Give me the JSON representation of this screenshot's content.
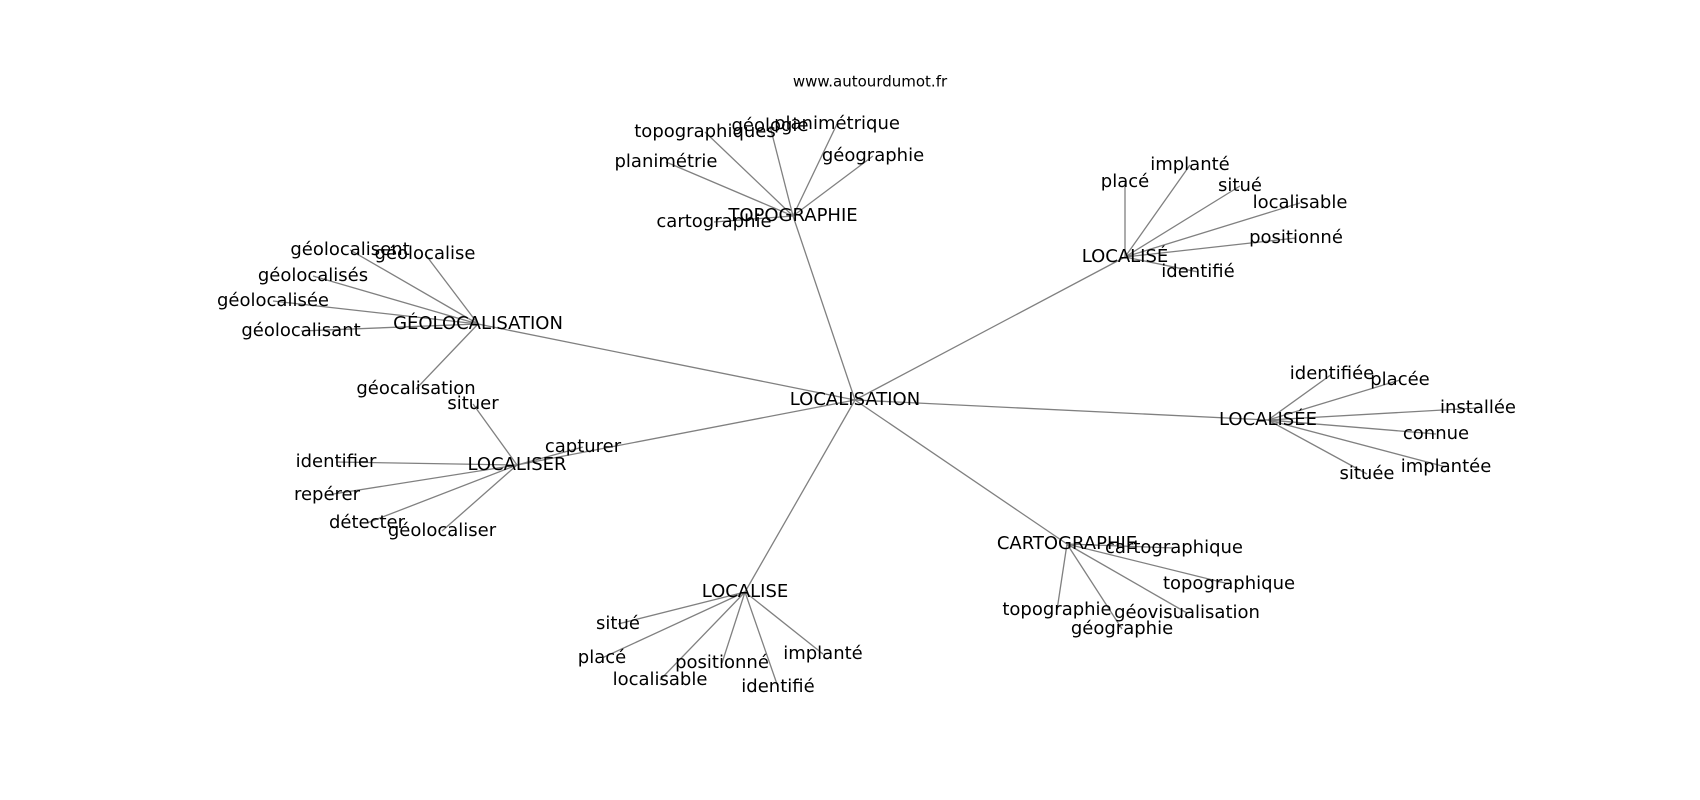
{
  "site": "www.autourdumot.fr",
  "center": "LOCALISATION",
  "hubs": [
    {
      "id": "topographie",
      "label": "TOPOGRAPHIE",
      "leaves": [
        "topographiques",
        "géologie",
        "planimétrique",
        "planimétrie",
        "géographie",
        "cartographie"
      ]
    },
    {
      "id": "localise-m",
      "label": "LOCALISÉ",
      "leaves": [
        "placé",
        "implanté",
        "situé",
        "localisable",
        "positionné",
        "identifié"
      ]
    },
    {
      "id": "geolocalisation",
      "label": "GÉOLOCALISATION",
      "leaves": [
        "géolocalisent",
        "géolocalise",
        "géolocalisés",
        "géolocalisée",
        "géolocalisant",
        "géocalisation"
      ]
    },
    {
      "id": "localisee",
      "label": "LOCALISÉE",
      "leaves": [
        "identifiée",
        "placée",
        "installée",
        "connue",
        "située",
        "implantée"
      ]
    },
    {
      "id": "localiser",
      "label": "LOCALISER",
      "leaves": [
        "situer",
        "capturer",
        "identifier",
        "repérer",
        "détecter",
        "géolocaliser"
      ]
    },
    {
      "id": "cartographie",
      "label": "CARTOGRAPHIE",
      "leaves": [
        "cartographique",
        "topographique",
        "topographie",
        "géovisualisation",
        "géographie"
      ]
    },
    {
      "id": "localise",
      "label": "LOCALISE",
      "leaves": [
        "situé",
        "placé",
        "positionné",
        "implanté",
        "localisable",
        "identifié"
      ]
    }
  ]
}
